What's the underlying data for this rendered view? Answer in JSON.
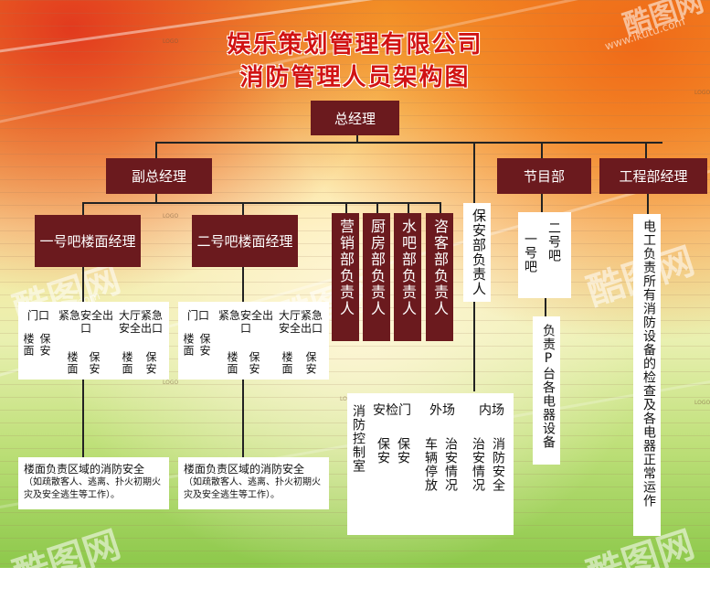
{
  "title": {
    "line1": "娱乐策划管理有限公司",
    "line2": "消防管理人员架构图"
  },
  "nodes": {
    "general_manager": "总经理",
    "deputy_gm": "副总经理",
    "program_dept": "节目部",
    "engineering_manager": "工程部经理",
    "floor1_manager": "一号吧楼面经理",
    "floor2_manager": "二号吧楼面经理",
    "marketing_head": "营销部负责人",
    "kitchen_head": "厨房部负责人",
    "water_bar_head": "水吧部负责人",
    "guest_head": "咨客部负责人",
    "security_head": "保安部负责人",
    "bar1": "一号吧",
    "bar2": "二号吧",
    "electrician": "电工负责所有消防设备的检查及各电器正常运作",
    "stage_equipment": "负责P台各电器设备"
  },
  "floor_panels": {
    "door": "门口",
    "emergency_exit": "紧急安全出口",
    "hall_exit": "大厅紧急安全出口",
    "floor": "楼面",
    "guard": "保安",
    "duty_main": "楼面负责区域的消防安全",
    "duty_note": "（如疏散客人、逃离、扑火初期火灾及安全逃生等工作）。"
  },
  "security_panel": {
    "fire_control_room": "消防控制室",
    "security_gate": "安检门",
    "outside": "外场",
    "inside": "内场",
    "guard": "保安",
    "vehicle_parking": "车辆停放",
    "public_order": "治安情况",
    "fire_safety": "消防安全"
  },
  "watermarks": {
    "brand": "酷图网",
    "url": "www.ikutu.com",
    "logo": "LOGO"
  },
  "colors": {
    "title_red": "#d11313",
    "box_dark": "#6b1a1e",
    "panel_white": "#ffffff"
  }
}
